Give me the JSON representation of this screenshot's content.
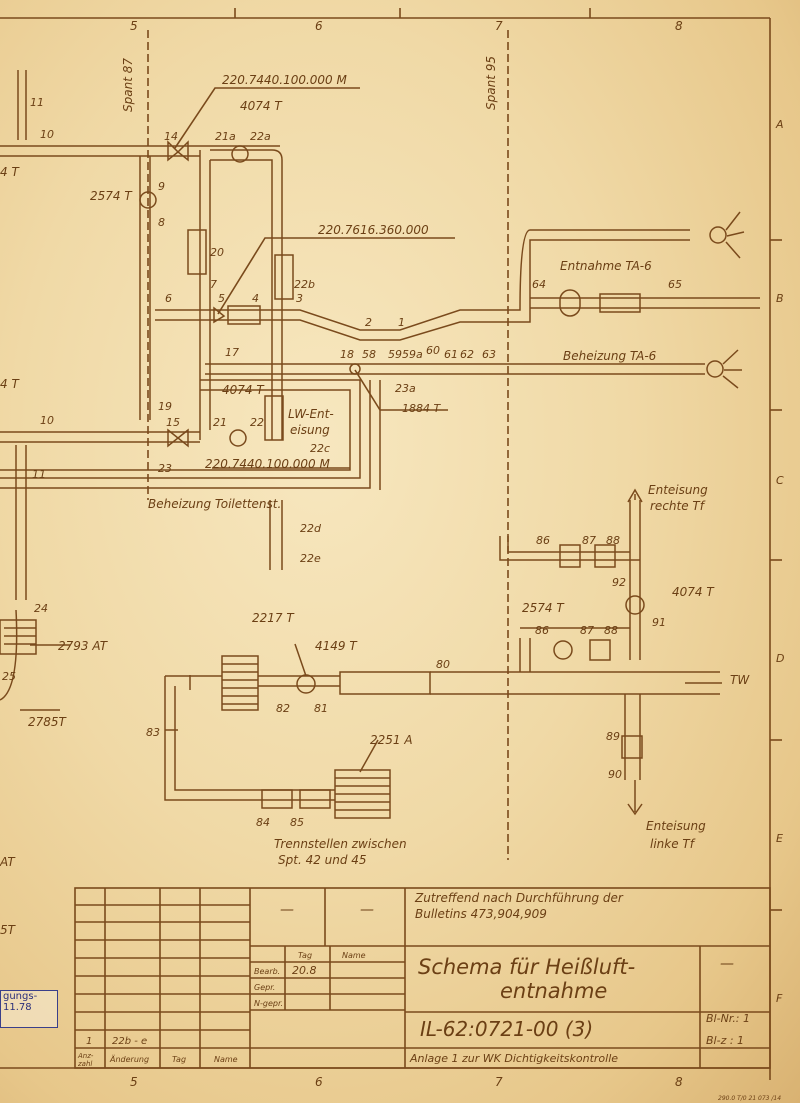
{
  "grid": {
    "top_cols": [
      "5",
      "6",
      "7",
      "8"
    ],
    "bottom_cols": [
      "5",
      "6",
      "7",
      "8"
    ],
    "rows": [
      "A",
      "B",
      "C",
      "D",
      "E",
      "F"
    ]
  },
  "frames": {
    "spant87": "Spant 87",
    "spant95": "Spant 95"
  },
  "labels": {
    "part_220_7440_top": "220.7440.100.000 M",
    "part_4074_top": "4074 T",
    "part_2574_left": "2574 T",
    "part_220_7616": "220.7616.360.000",
    "part_4074_mid": "4074 T",
    "part_1884": "1884 T",
    "part_220_7440_bot": "220.7440.100.000 M",
    "part_2793": "2793 AT",
    "part_2785": "2785T",
    "part_2217": "2217 T",
    "part_4149": "4149 T",
    "part_2251": "2251 A",
    "part_2574_right": "2574 T",
    "part_4074_right": "4074 T",
    "lw_enteisung_1": "LW-Ent-",
    "lw_enteisung_2": "eisung",
    "entnahme_ta6": "Entnahme TA-6",
    "beheizung_ta6": "Beheizung TA-6",
    "beheizung_toilette": "Beheizung Toilettenst.",
    "enteisung_rechts_1": "Enteisung",
    "enteisung_rechts_2": "rechte Tf",
    "enteisung_links_1": "Enteisung",
    "enteisung_links_2": "linke Tf",
    "tw": "TW",
    "trennstellen_1": "Trennstellen zwischen",
    "trennstellen_2": "Spt. 42 und 45",
    "edge_4t_1": "4 T",
    "edge_4t_2": "4 T",
    "edge_at": "AT",
    "edge_5t": "5T"
  },
  "numbers": {
    "n11a": "11",
    "n10a": "10",
    "n14": "14",
    "n21a": "21a",
    "n22a": "22a",
    "n9": "9",
    "n8": "8",
    "n20": "20",
    "n7": "7",
    "n22b": "22b",
    "n6": "6",
    "n5": "5",
    "n4": "4",
    "n3": "3",
    "n2": "2",
    "n1": "1",
    "n17": "17",
    "n18": "18",
    "n58": "58",
    "n59": "59",
    "n59a": "59a",
    "n60": "60",
    "n61": "61",
    "n62": "62",
    "n63": "63",
    "n19": "19",
    "n15": "15",
    "n21": "21",
    "n22": "22",
    "n22c": "22c",
    "n23a": "23a",
    "n10b": "10",
    "n11b": "11",
    "n23": "23",
    "n22d": "22d",
    "n22e": "22e",
    "n24": "24",
    "n25": "25",
    "n64": "64",
    "n65": "65",
    "n86a": "86",
    "n87a": "87",
    "n88a": "88",
    "n92": "92",
    "n91": "91",
    "n86b": "86",
    "n87b": "87",
    "n88b": "88",
    "n80": "80",
    "n82": "82",
    "n81": "81",
    "n83": "83",
    "n84": "84",
    "n85": "85",
    "n89": "89",
    "n90": "90"
  },
  "title_block": {
    "note_1": "Zutreffend nach Durchführung der",
    "note_2": "Bulletins 473,904,909",
    "title_1": "Schema für Heißluft-",
    "title_2": "entnahme",
    "drawing_no": "IL-62:0721-00 (3)",
    "subtitle": "Anlage 1 zur WK Dichtigkeitskontrolle",
    "sheet_no": "Bl-Nr.: 1",
    "sheet_count": "Bl-z : 1",
    "col_tag": "Tag",
    "col_name": "Name",
    "row_bearb": "Bearb.",
    "row_gepr": "Gepr.",
    "row_ngepr": "N-gepr.",
    "date": "20.8",
    "rev_index": "1",
    "rev_text": "22b - e",
    "hdr_anzahl": "Anz-",
    "hdr_anzahl2": "zahl",
    "hdr_aenderung": "Änderung",
    "hdr_tag": "Tag",
    "hdr_name": "Name",
    "dash1": "—",
    "dash2": "—",
    "dash3": "—",
    "footer_code": "290.0 T/0 21 073 /14"
  },
  "stamp": {
    "line1": "gungs-",
    "line2": "11.78"
  }
}
